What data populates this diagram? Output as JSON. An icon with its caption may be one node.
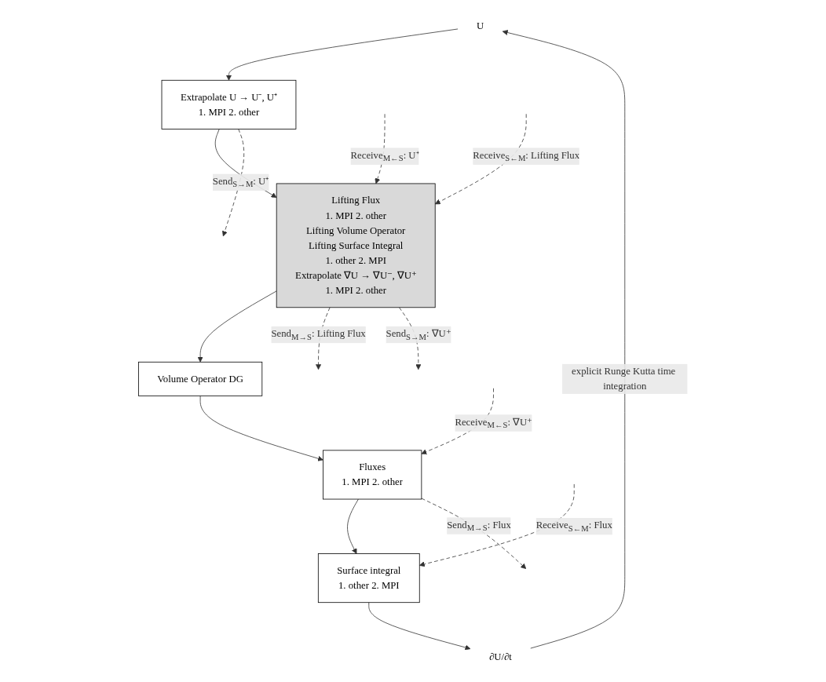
{
  "diagram": {
    "nodes": [
      {
        "text": [
          "U"
        ]
      },
      {
        "text": [
          "Extrapolate U → U⁻, U⁺",
          "1. MPI 2. other"
        ]
      },
      {
        "text": [
          "Lifting Flux",
          "1. MPI 2. other",
          "Lifting Volume Operator",
          "Lifting Surface Integral",
          "1. other 2. MPI",
          "Extrapolate ∇U → ∇U⁻, ∇U⁺",
          "1. MPI 2. other"
        ]
      },
      {
        "text": [
          "Volume Operator DG"
        ]
      },
      {
        "text": [
          "Fluxes",
          "1. MPI 2. other"
        ]
      },
      {
        "text": [
          "Surface integral",
          "1. other 2. MPI"
        ]
      },
      {
        "text": [
          "∂U/∂t"
        ]
      }
    ],
    "edges": [
      {
        "from": 0,
        "to": 1,
        "arrow": "to"
      },
      {
        "from": 1,
        "to": 2,
        "arrow": "to"
      },
      {
        "from": 2,
        "to": 3,
        "arrow": "to"
      },
      {
        "from": 3,
        "to": 4,
        "arrow": "to"
      },
      {
        "from": 4,
        "to": 5,
        "arrow": "to"
      },
      {
        "from": 5,
        "to": 6,
        "arrow": "to"
      },
      {
        "from": 6,
        "to": 0,
        "arrow": "to",
        "label": "explicit Runge Kutta time integration"
      },
      {
        "from": 1,
        "to": null,
        "arrow": "to",
        "style": "dashed",
        "label": "Send$_{S→M}$: U⁺"
      },
      {
        "from": null,
        "to": 2,
        "arrow": "to",
        "style": "dashed",
        "label": "Receive$_{M←S}$: U⁺"
      },
      {
        "from": 2,
        "to": null,
        "arrow": "to",
        "style": "dashed",
        "label": "Send$_{M→S}$: Lifting Flux"
      },
      {
        "from": null,
        "to": 2,
        "arrow": "to",
        "style": "dashed",
        "label": "Receive$_{S←M}$: Lifting Flux"
      },
      {
        "from": 2,
        "to": null,
        "arrow": "to",
        "style": "dashed",
        "label": "Send$_{S→M}$: ∇U⁺"
      },
      {
        "from": null,
        "to": 4,
        "arrow": "to",
        "style": "dashed",
        "label": "Receive$_{M←S}$: ∇U⁺"
      },
      {
        "from": 4,
        "to": null,
        "arrow": "to",
        "style": "dashed",
        "label": "Send$_{M→S}$: Flux"
      },
      {
        "from": null,
        "to": 5,
        "arrow": "to",
        "style": "dashed",
        "label": "Receive$_{S←M}$: Flux"
      }
    ]
  }
}
